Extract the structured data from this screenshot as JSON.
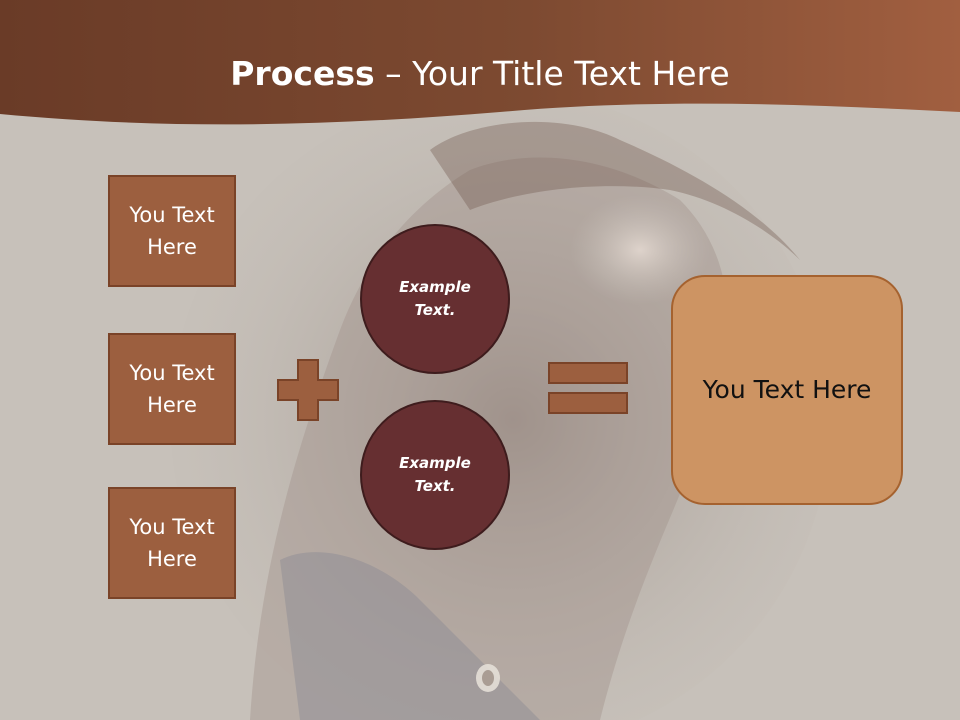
{
  "title": {
    "bold": "Process",
    "rest": " – Your Title Text Here"
  },
  "left_boxes": [
    {
      "label": "You Text Here"
    },
    {
      "label": "You Text Here"
    },
    {
      "label": "You Text Here"
    }
  ],
  "circles": [
    {
      "label": "Example Text."
    },
    {
      "label": "Example Text."
    }
  ],
  "result": {
    "label": "You Text Here"
  },
  "operators": {
    "plus": "plus-icon",
    "equals": "equals-icon"
  },
  "colors": {
    "header": "#7d4a31",
    "box_fill": "#9c5f3f",
    "circle_fill": "#662f31",
    "result_fill": "#cd9463",
    "operator_fill": "#9c5f3f"
  }
}
